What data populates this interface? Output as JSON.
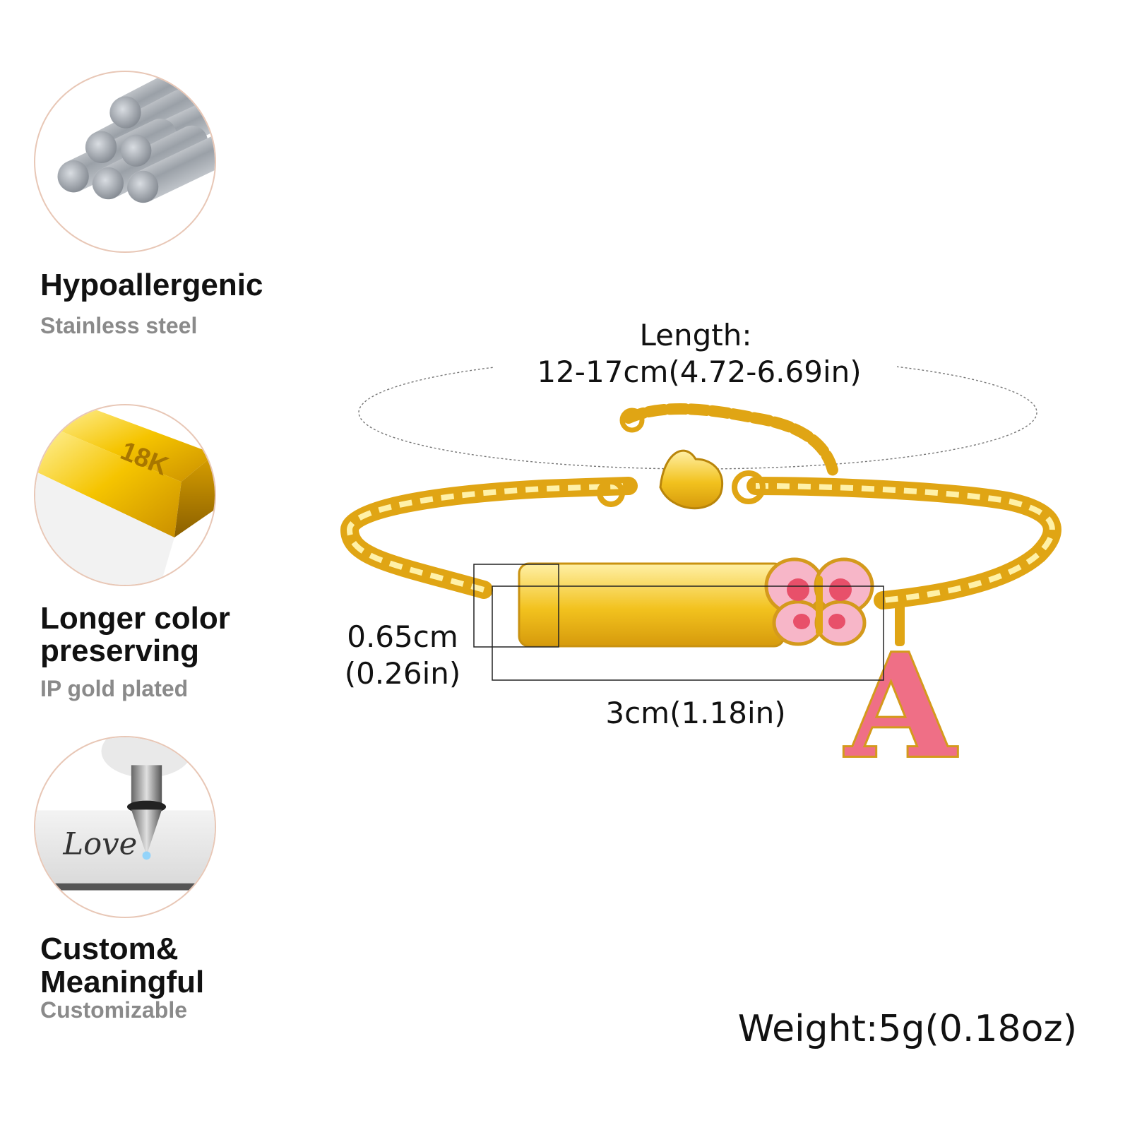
{
  "features": [
    {
      "title": "Hypoallergenic",
      "subtitle": "Stainless steel",
      "icon": "steel-rods-icon"
    },
    {
      "title_lines": [
        "Longer color",
        "preserving"
      ],
      "subtitle": "IP gold plated",
      "icon": "gold-bar-icon",
      "badge": "18K"
    },
    {
      "title_lines": [
        "Custom&",
        "Meaningful"
      ],
      "subtitle": "Customizable",
      "icon": "engraving-pen-icon",
      "engraving": "Love"
    }
  ],
  "dimensions": {
    "length_label": "Length:",
    "length_value": "12-17cm(4.72-6.69in)",
    "height_cm": "0.65cm",
    "height_in": "(0.26in)",
    "width": "3cm(1.18in)"
  },
  "charm_letter": "A",
  "weight": "Weight:5g(0.18oz)",
  "colors": {
    "gold": "#e8b923",
    "gold_dark": "#b8860b",
    "pink": "#f7b6c8",
    "pink_dark": "#e8506a",
    "steel": "#b7bcc2",
    "circle_border": "#e8c7b6"
  }
}
